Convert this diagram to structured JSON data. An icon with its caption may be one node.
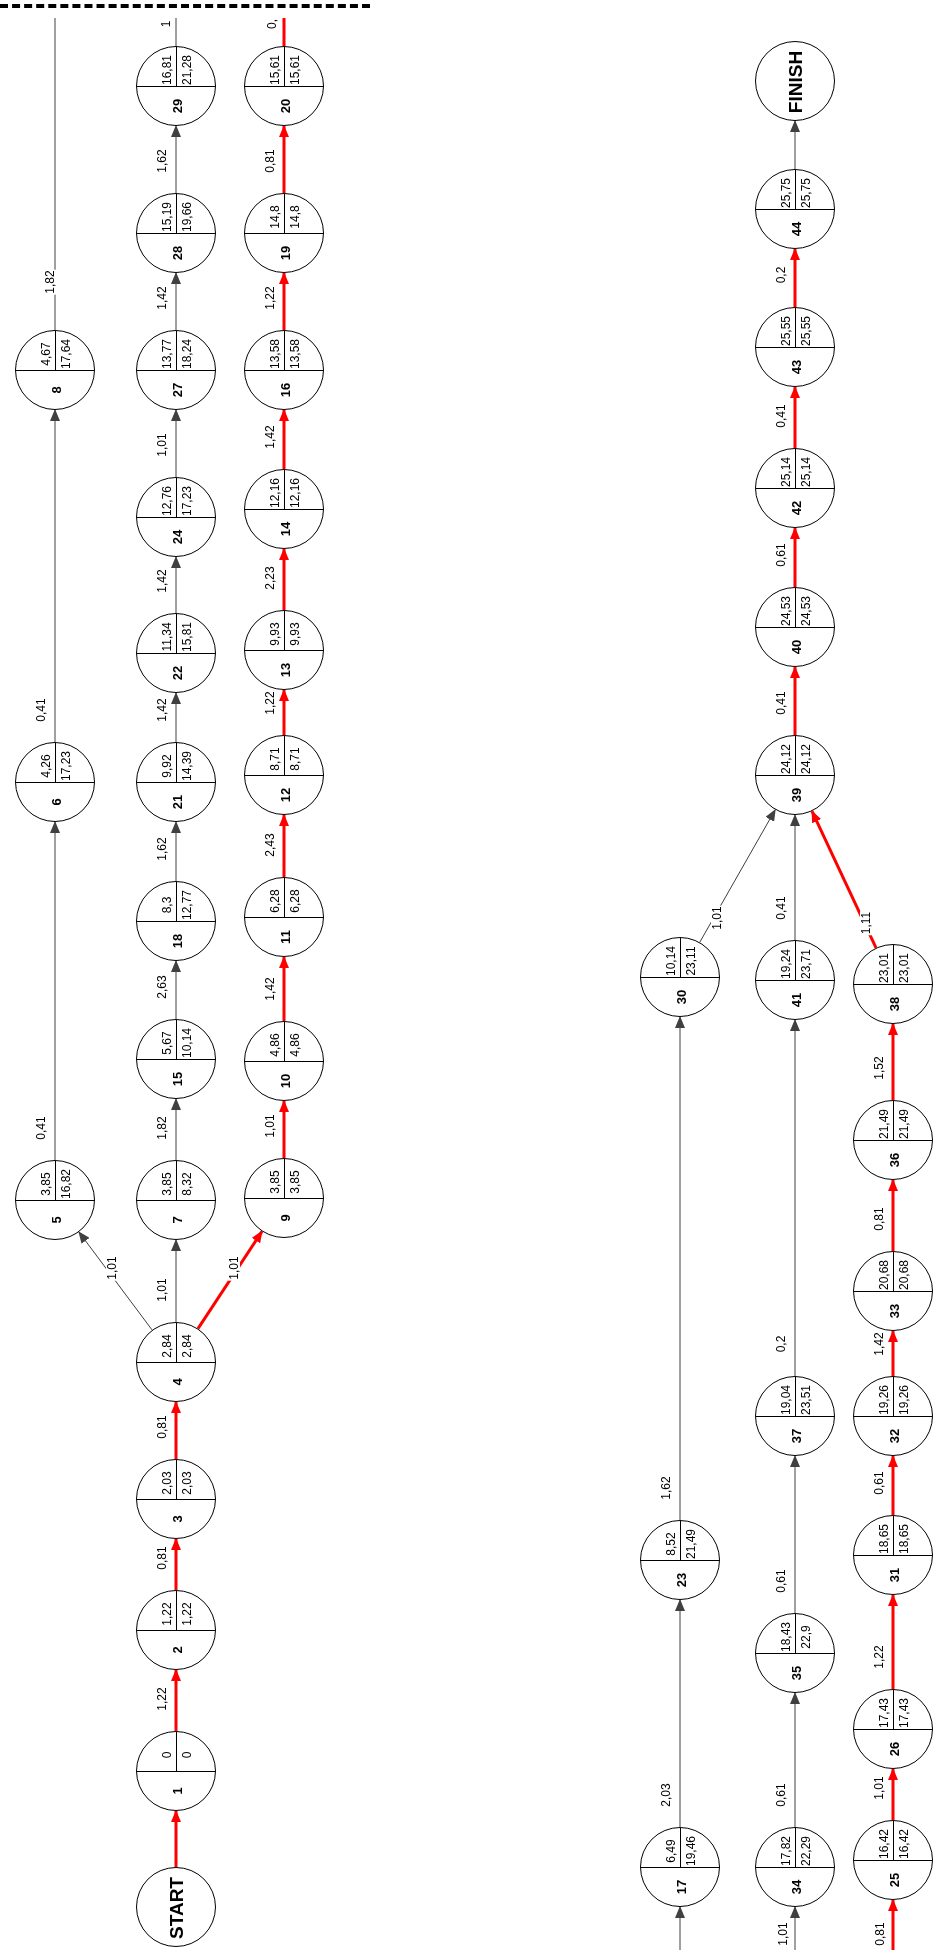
{
  "diagram": {
    "nodes": [
      {
        "text": [
          "START"
        ]
      },
      {
        "text": [
          "1",
          "0",
          "0"
        ]
      },
      {
        "text": [
          "2",
          "1,22",
          "1,22"
        ]
      },
      {
        "text": [
          "3",
          "2,03",
          "2,03"
        ]
      },
      {
        "text": [
          "4",
          "2,84",
          "2,84"
        ]
      },
      {
        "text": [
          "5",
          "3,85",
          "16,82"
        ]
      },
      {
        "text": [
          "6",
          "4,26",
          "17,23"
        ]
      },
      {
        "text": [
          "8",
          "4,67",
          "17,64"
        ]
      },
      {
        "text": [
          "7",
          "3,85",
          "8,32"
        ]
      },
      {
        "text": [
          "15",
          "5,67",
          "10,14"
        ]
      },
      {
        "text": [
          "18",
          "8,3",
          "12,77"
        ]
      },
      {
        "text": [
          "21",
          "9,92",
          "14,39"
        ]
      },
      {
        "text": [
          "22",
          "11,34",
          "15,81"
        ]
      },
      {
        "text": [
          "24",
          "12,76",
          "17,23"
        ]
      },
      {
        "text": [
          "27",
          "13,77",
          "18,24"
        ]
      },
      {
        "text": [
          "28",
          "15,19",
          "19,66"
        ]
      },
      {
        "text": [
          "29",
          "16,81",
          "21,28"
        ]
      },
      {
        "text": [
          "9",
          "3,85",
          "3,85"
        ]
      },
      {
        "text": [
          "10",
          "4,86",
          "4,86"
        ]
      },
      {
        "text": [
          "11",
          "6,28",
          "6,28"
        ]
      },
      {
        "text": [
          "12",
          "8,71",
          "8,71"
        ]
      },
      {
        "text": [
          "13",
          "9,93",
          "9,93"
        ]
      },
      {
        "text": [
          "14",
          "12,16",
          "12,16"
        ]
      },
      {
        "text": [
          "16",
          "13,58",
          "13,58"
        ]
      },
      {
        "text": [
          "19",
          "14,8",
          "14,8"
        ]
      },
      {
        "text": [
          "20",
          "15,61",
          "15,61"
        ]
      },
      {
        "text": [
          "17",
          "6,49",
          "19,46"
        ]
      },
      {
        "text": [
          "23",
          "8,52",
          "21,49"
        ]
      },
      {
        "text": [
          "30",
          "10,14",
          "23,11"
        ]
      },
      {
        "text": [
          "34",
          "17,82",
          "22,29"
        ]
      },
      {
        "text": [
          "35",
          "18,43",
          "22,9"
        ]
      },
      {
        "text": [
          "37",
          "19,04",
          "23,51"
        ]
      },
      {
        "text": [
          "41",
          "19,24",
          "23,71"
        ]
      },
      {
        "text": [
          "25",
          "16,42",
          "16,42"
        ]
      },
      {
        "text": [
          "26",
          "17,43",
          "17,43"
        ]
      },
      {
        "text": [
          "31",
          "18,65",
          "18,65"
        ]
      },
      {
        "text": [
          "32",
          "19,26",
          "19,26"
        ]
      },
      {
        "text": [
          "33",
          "20,68",
          "20,68"
        ]
      },
      {
        "text": [
          "36",
          "21,49",
          "21,49"
        ]
      },
      {
        "text": [
          "38",
          "23,01",
          "23,01"
        ]
      },
      {
        "text": [
          "39",
          "24,12",
          "24,12"
        ]
      },
      {
        "text": [
          "40",
          "24,53",
          "24,53"
        ]
      },
      {
        "text": [
          "42",
          "25,14",
          "25,14"
        ]
      },
      {
        "text": [
          "43",
          "25,55",
          "25,55"
        ]
      },
      {
        "text": [
          "44",
          "25,75",
          "25,75"
        ]
      },
      {
        "text": [
          "FINISH"
        ]
      }
    ],
    "edges": [
      {
        "from": 0,
        "to": 1,
        "arrow": "to"
      },
      {
        "from": 1,
        "to": 2,
        "arrow": "to",
        "label": "1,22"
      },
      {
        "from": 2,
        "to": 3,
        "arrow": "to",
        "label": "0,81"
      },
      {
        "from": 3,
        "to": 4,
        "arrow": "to",
        "label": "0,81"
      },
      {
        "from": 4,
        "to": 5,
        "arrow": "to",
        "label": "1,01",
        "color": "#404040"
      },
      {
        "from": 4,
        "to": 8,
        "arrow": "to",
        "label": "1,01",
        "color": "#404040"
      },
      {
        "from": 4,
        "to": 17,
        "arrow": "to",
        "label": "1,01"
      },
      {
        "from": 5,
        "to": 6,
        "arrow": "to",
        "label": "0,41",
        "color": "#404040"
      },
      {
        "from": 6,
        "to": 7,
        "arrow": "to",
        "label": "0,41",
        "color": "#404040"
      },
      {
        "from": 7,
        "to": null,
        "arrow": "none",
        "label": "1,82",
        "color": "#404040"
      },
      {
        "from": 8,
        "to": 9,
        "arrow": "to",
        "label": "1,82",
        "color": "#404040"
      },
      {
        "from": 9,
        "to": 10,
        "arrow": "to",
        "label": "2,63",
        "color": "#404040"
      },
      {
        "from": 10,
        "to": 11,
        "arrow": "to",
        "label": "1,62",
        "color": "#404040"
      },
      {
        "from": 11,
        "to": 12,
        "arrow": "to",
        "label": "1,42",
        "color": "#404040"
      },
      {
        "from": 12,
        "to": 13,
        "arrow": "to",
        "label": "1,42",
        "color": "#404040"
      },
      {
        "from": 13,
        "to": 14,
        "arrow": "to",
        "label": "1,01",
        "color": "#404040"
      },
      {
        "from": 14,
        "to": 15,
        "arrow": "to",
        "label": "1,42",
        "color": "#404040"
      },
      {
        "from": 15,
        "to": 16,
        "arrow": "to",
        "label": "1,62",
        "color": "#404040"
      },
      {
        "from": 16,
        "to": null,
        "arrow": "none",
        "label": "1",
        "color": "#404040"
      },
      {
        "from": 17,
        "to": 18,
        "arrow": "to",
        "label": "1,01"
      },
      {
        "from": 18,
        "to": 19,
        "arrow": "to",
        "label": "1,42"
      },
      {
        "from": 19,
        "to": 20,
        "arrow": "to",
        "label": "2,43"
      },
      {
        "from": 20,
        "to": 21,
        "arrow": "to",
        "label": "1,22"
      },
      {
        "from": 21,
        "to": 22,
        "arrow": "to",
        "label": "2,23"
      },
      {
        "from": 22,
        "to": 23,
        "arrow": "to",
        "label": "1,42"
      },
      {
        "from": 23,
        "to": 24,
        "arrow": "to",
        "label": "1,22"
      },
      {
        "from": 24,
        "to": 25,
        "arrow": "to",
        "label": "0,81"
      },
      {
        "from": 25,
        "to": null,
        "arrow": "none",
        "label": "0,"
      },
      {
        "from": null,
        "to": 26,
        "arrow": "to",
        "color": "#404040"
      },
      {
        "from": 26,
        "to": 27,
        "arrow": "to",
        "label": "2,03",
        "color": "#404040"
      },
      {
        "from": 27,
        "to": 28,
        "arrow": "to",
        "label": "1,62",
        "color": "#404040"
      },
      {
        "from": 28,
        "to": 40,
        "arrow": "to",
        "label": "1,01",
        "color": "#404040"
      },
      {
        "from": null,
        "to": 29,
        "arrow": "to",
        "label": "1,01",
        "color": "#404040"
      },
      {
        "from": 29,
        "to": 30,
        "arrow": "to",
        "label": "0,61",
        "color": "#404040"
      },
      {
        "from": 30,
        "to": 31,
        "arrow": "to",
        "label": "0,61",
        "color": "#404040"
      },
      {
        "from": 31,
        "to": 32,
        "arrow": "to",
        "label": "0,2",
        "color": "#404040"
      },
      {
        "from": 32,
        "to": 40,
        "arrow": "to",
        "label": "0,41",
        "color": "#404040"
      },
      {
        "from": null,
        "to": 33,
        "arrow": "to",
        "label": "0,81"
      },
      {
        "from": 33,
        "to": 34,
        "arrow": "to",
        "label": "1,01"
      },
      {
        "from": 34,
        "to": 35,
        "arrow": "to",
        "label": "1,22"
      },
      {
        "from": 35,
        "to": 36,
        "arrow": "to",
        "label": "0,61"
      },
      {
        "from": 36,
        "to": 37,
        "arrow": "to",
        "label": "1,42"
      },
      {
        "from": 37,
        "to": 38,
        "arrow": "to",
        "label": "0,81"
      },
      {
        "from": 38,
        "to": 39,
        "arrow": "to",
        "label": "1,52"
      },
      {
        "from": 39,
        "to": 40,
        "arrow": "to",
        "label": "1,11"
      },
      {
        "from": 40,
        "to": 41,
        "arrow": "to",
        "label": "0,41"
      },
      {
        "from": 41,
        "to": 42,
        "arrow": "to",
        "label": "0,61"
      },
      {
        "from": 42,
        "to": 43,
        "arrow": "to",
        "label": "0,41"
      },
      {
        "from": 43,
        "to": 44,
        "arrow": "to",
        "label": "0,2"
      },
      {
        "from": 44,
        "to": 45,
        "arrow": "to",
        "color": "#404040"
      }
    ]
  }
}
